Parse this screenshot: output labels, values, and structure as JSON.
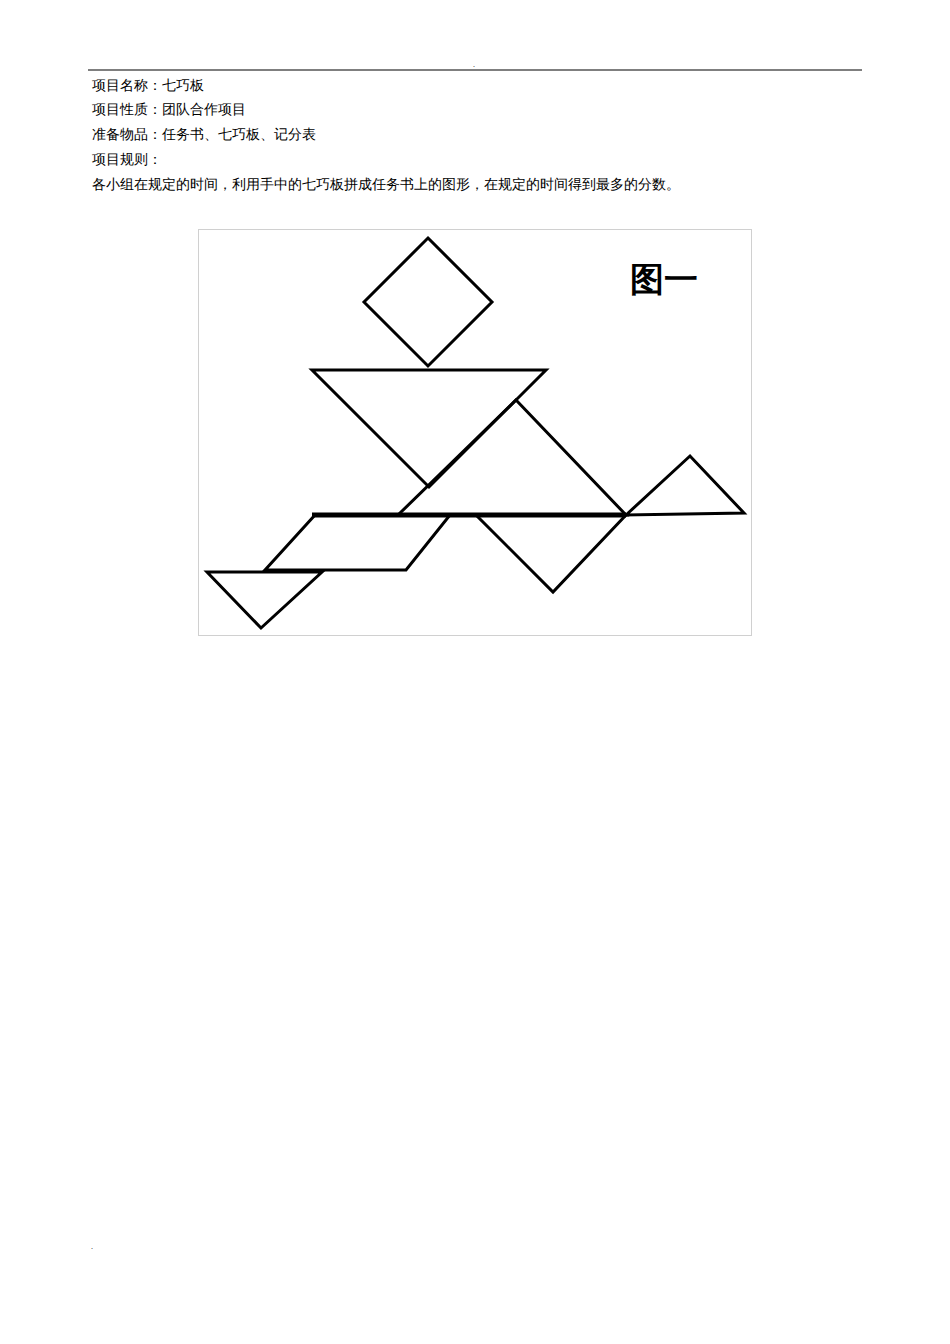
{
  "diagram": {
    "labels": [
      ".",
      "项目名称：七巧板",
      "项目性质：团队合作项目",
      "准备物品：任务书、七巧板、记分表",
      "项目规则：",
      "各小组在规定的时间，利用手中的七巧板拼成任务书上的图形，在规定的时间得到最多的分数。",
      "图一",
      "."
    ]
  }
}
